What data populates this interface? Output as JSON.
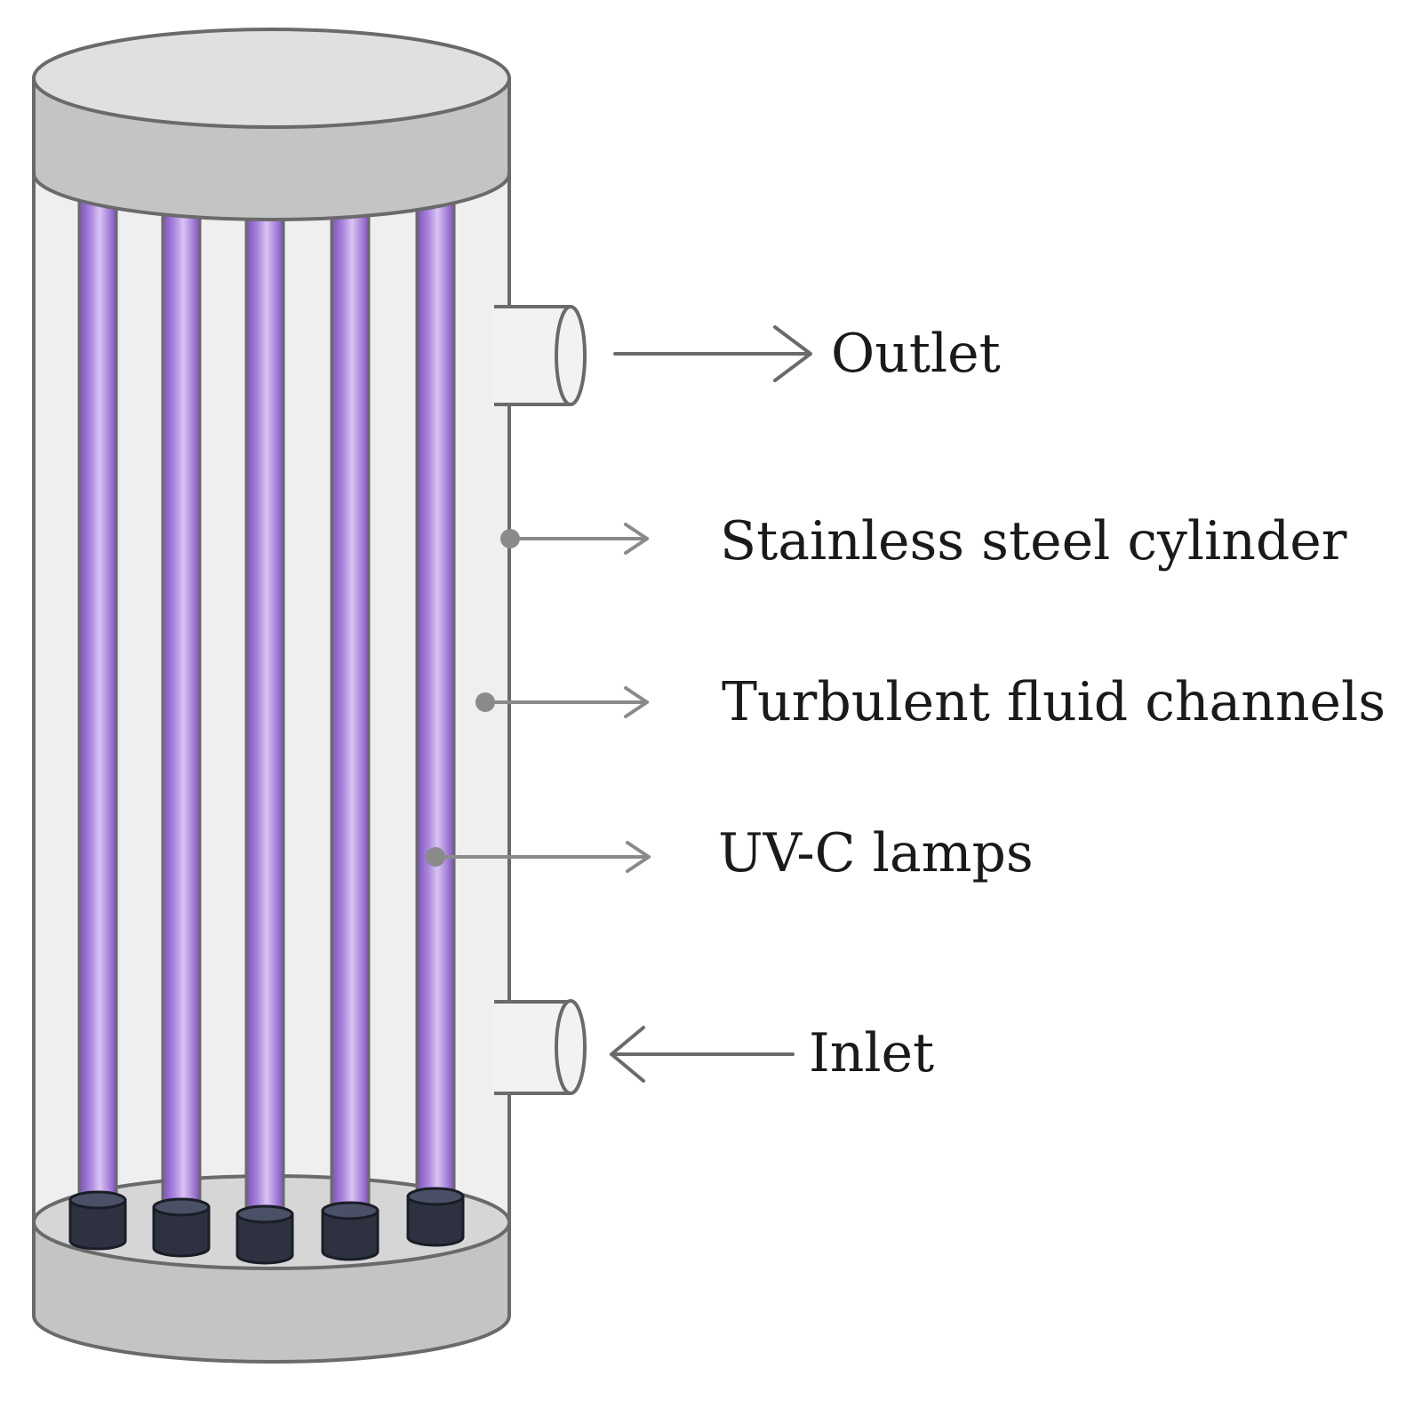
{
  "labels": {
    "outlet": "Outlet",
    "cylinder": "Stainless steel cylinder",
    "channels": "Turbulent fluid channels",
    "lamps": "UV-C lamps",
    "inlet": "Inlet"
  },
  "lamp_count": 5,
  "colors": {
    "cap_fill": "#c4c4c4",
    "cap_top_fill": "#e0e0e0",
    "body_fill": "#efefef",
    "outline": "#6a6a6a",
    "lamp_violet": "#9b6fd0",
    "lamp_highlight": "#d9c4f2",
    "lamp_base": "#2e3240",
    "leader_line": "#8a8a8a",
    "text": "#1a1a1a"
  }
}
